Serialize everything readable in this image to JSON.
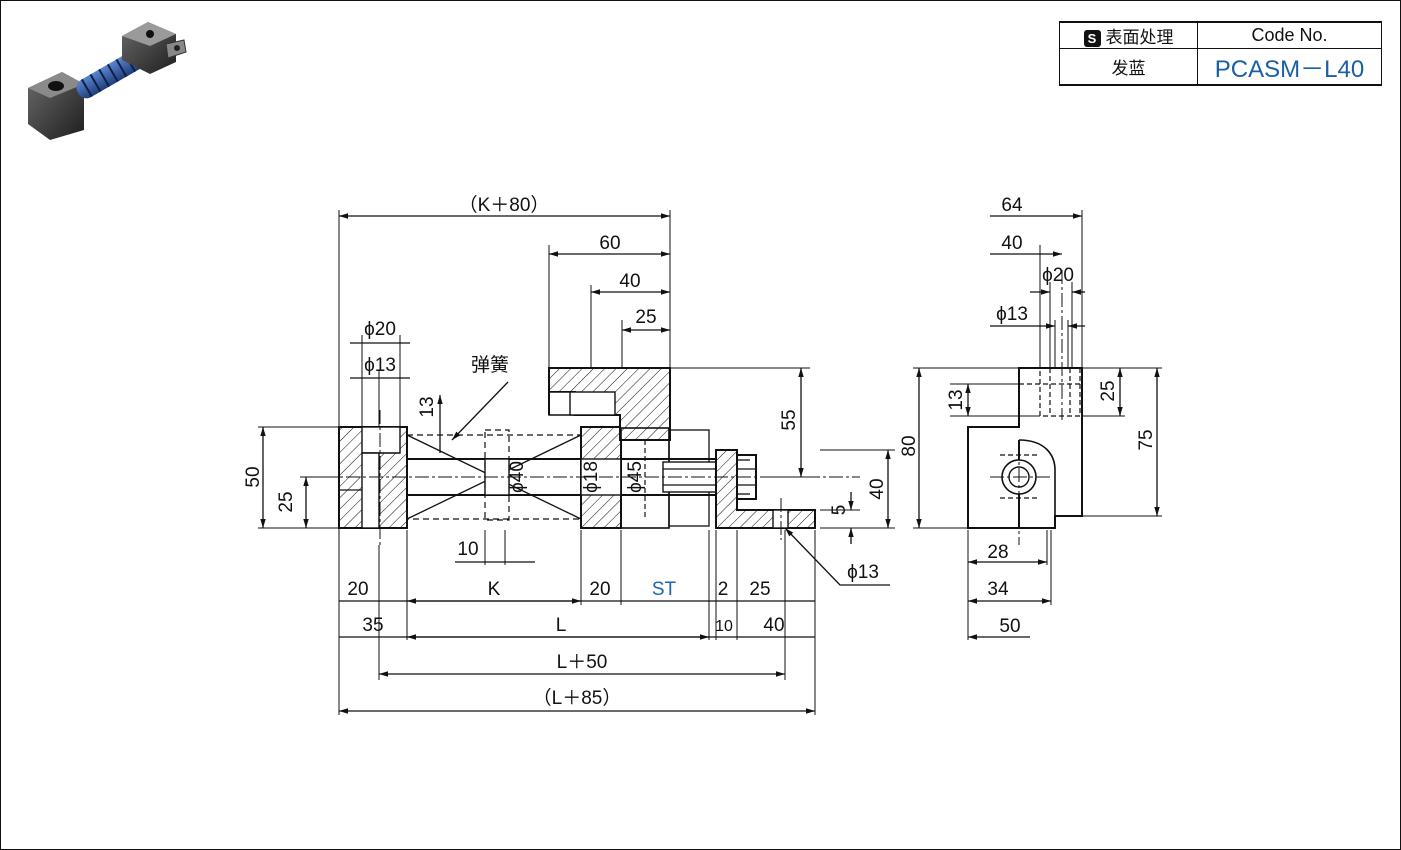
{
  "code_table": {
    "surface_header": "表面处理",
    "surface_badge": "S",
    "code_header": "Code No.",
    "surface_value": "发蓝",
    "code_value": "PCASM－L40"
  },
  "labels": {
    "spring": "弹簧"
  },
  "front_view_dims": {
    "k_plus_80": "（K＋80）",
    "d60": "60",
    "d40_top": "40",
    "d25_top": "25",
    "phi20": "ϕ20",
    "phi13": "ϕ13",
    "d13": "13",
    "d50": "50",
    "d25_left": "25",
    "phi40": "ϕ40",
    "phi18": "ϕ18",
    "phi45": "ϕ45",
    "d55": "55",
    "d40_right": "40",
    "d5": "5",
    "phi13_bolt": "ϕ13",
    "d10": "10",
    "d20_a": "20",
    "k": "K",
    "d20_b": "20",
    "st": "ST",
    "d2": "2",
    "d25_bottom": "25",
    "d35": "35",
    "l": "L",
    "d10_b": "10",
    "d40_bottom": "40",
    "l_plus_50": "L＋50",
    "l_plus_85": "（L＋85）"
  },
  "side_view_dims": {
    "d64": "64",
    "d40": "40",
    "phi20": "ϕ20",
    "phi13": "ϕ13",
    "d80": "80",
    "d13": "13",
    "d25": "25",
    "d75": "75",
    "d28": "28",
    "d34": "34",
    "d50": "50"
  }
}
